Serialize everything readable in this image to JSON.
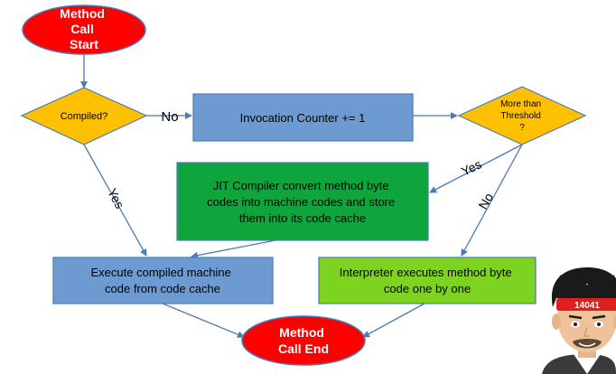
{
  "nodes": {
    "start": [
      "Method",
      "Call",
      "Start"
    ],
    "compiled": "Compiled?",
    "counter": "Invocation Counter += 1",
    "threshold": [
      "More than",
      "Threshold",
      "?"
    ],
    "jit": [
      "JIT Compiler convert method byte",
      "codes into machine codes and store",
      "them into its code cache"
    ],
    "execute": [
      "Execute compiled machine",
      "code from code cache"
    ],
    "interpreter": [
      "Interpreter executes method byte",
      "code one by one"
    ],
    "end": [
      "Method",
      "Call End"
    ]
  },
  "edges": {
    "no1": "No",
    "yes1": "Yes",
    "yes2": "Yes",
    "no2": "No"
  },
  "avatar": {
    "headband_text": "14041"
  },
  "colors": {
    "red": "#ff0000",
    "diamond": "#ffc000",
    "blue": "#6d9bd1",
    "green": "#10a53c",
    "lime": "#7ed321",
    "arrow": "#4a7ab8"
  }
}
